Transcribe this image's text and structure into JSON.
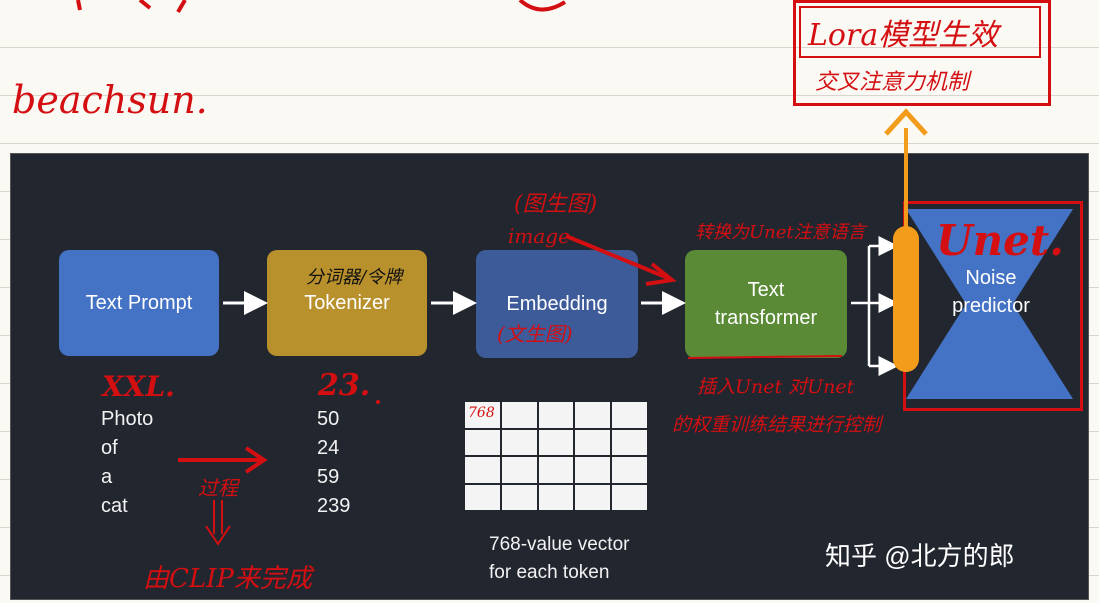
{
  "notes": {
    "author": "beachsun.",
    "lora_title": "Lora模型生效",
    "lora_sub": "交叉注意力机制",
    "img2img": "(图生图)",
    "image_word": "image",
    "txt2img": "(文生图)",
    "tokenizer_cn": "分词器/令牌",
    "convert_note": "转换为Unet注意语言",
    "insert_note_1": "插入Unet 对Unet",
    "insert_note_2": "的权重训练结果进行控制",
    "unet_label": "Unet.",
    "xxl_note": "XXL.",
    "num_note": "23.",
    "process_note": "过程",
    "clip_note": "由CLIP来完成",
    "dim_note": "768"
  },
  "diagram": {
    "text_prompt": "Text Prompt",
    "tokenizer": "Tokenizer",
    "embedding": "Embedding",
    "text_transformer_1": "Text",
    "text_transformer_2": "transformer",
    "noise_1": "Noise",
    "noise_2": "predictor",
    "words": [
      "Photo",
      "of",
      "a",
      "cat"
    ],
    "tokens": [
      "50",
      "24",
      "59",
      "239"
    ],
    "vector_1": "768-value vector",
    "vector_2": "for each token",
    "watermark": "知乎 @北方的郎"
  },
  "colors": {
    "red_ink": "#d40f12",
    "orange_ink": "#f39c1b",
    "prompt_box": "#4472c4",
    "tokenizer_box": "#b8902c",
    "embedding_box": "#3d5a99",
    "transformer_box": "#5a8a35",
    "slide_bg": "#22262f"
  }
}
